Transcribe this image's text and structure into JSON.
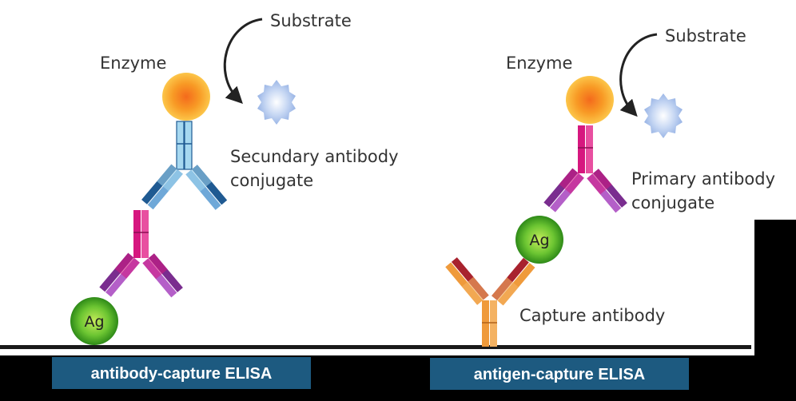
{
  "left_panel": {
    "label": "antibody-capture ELISA",
    "enzyme": "Enzyme",
    "substrate": "Substrate",
    "conjugate_line1": "Secundary antibody",
    "conjugate_line2": "conjugate",
    "antigen": "Ag"
  },
  "right_panel": {
    "label": "antigen-capture ELISA",
    "enzyme": "Enzyme",
    "substrate": "Substrate",
    "conjugate_line1": "Primary antibody",
    "conjugate_line2": "conjugate",
    "antigen": "Ag",
    "capture": "Capture antibody"
  },
  "colors": {
    "label_bg": "#1d5a80",
    "enzyme": "#f7a21e",
    "substrate": "#a9c4ec",
    "antigen": "#5ebf2e",
    "light_blue": "#a6d8f0",
    "dark_blue": "#1f5a92",
    "magenta": "#d6177f",
    "purple": "#7a2d8f",
    "orange": "#ef9a3b",
    "dark_red": "#a8222e"
  }
}
